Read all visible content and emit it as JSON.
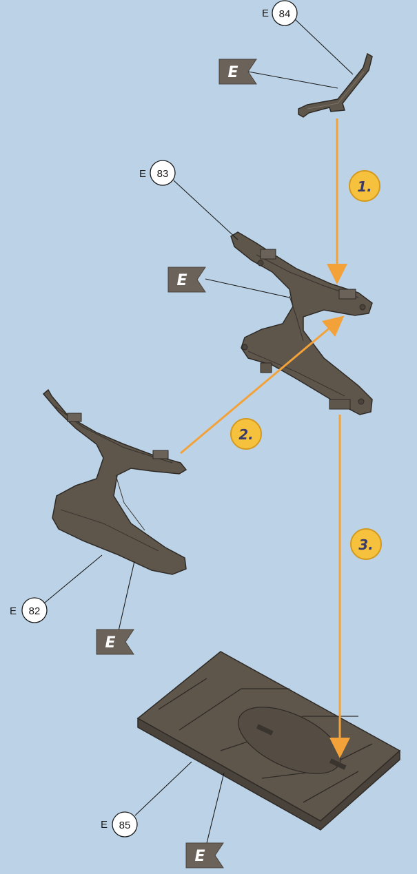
{
  "diagram": {
    "parts": [
      {
        "sprue": "E",
        "number": "84"
      },
      {
        "sprue": "E",
        "number": "83"
      },
      {
        "sprue": "E",
        "number": "82"
      },
      {
        "sprue": "E",
        "number": "85"
      }
    ],
    "flags": [
      "E",
      "E",
      "E",
      "E"
    ],
    "steps": [
      "1.",
      "2.",
      "3."
    ]
  },
  "colors": {
    "background": "#bcd3e7",
    "part": "#5e554b",
    "arrow": "#f3a23a",
    "step_badge": "#f6c23e",
    "flag": "#6b6259"
  }
}
